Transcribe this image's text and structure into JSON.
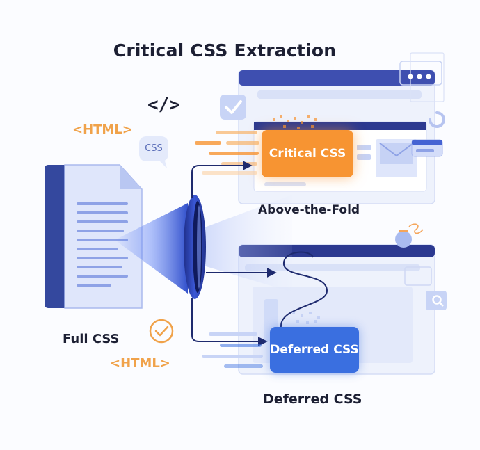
{
  "title": "Critical CSS Extraction",
  "code_glyph": "</>",
  "html_tag_top": "<HTML>",
  "html_tag_bottom": "<HTML>",
  "css_bubble": "CSS",
  "labels": {
    "full_css": "Full CSS",
    "above_the_fold": "Above-the-Fold",
    "deferred": "Deferred CSS"
  },
  "cards": {
    "critical": "Critical CSS",
    "deferred": "Deferred CSS"
  },
  "colors": {
    "critical": "#f79432",
    "deferred": "#3a6fe0",
    "navy": "#2b3a8c",
    "accent_tag": "#f0a24a"
  },
  "icons": [
    "code-icon",
    "check-icon",
    "document-icon",
    "lens-icon",
    "browser-window-icon",
    "envelope-icon",
    "refresh-icon",
    "magnifier-icon",
    "bulb-icon",
    "chat-bubble-icon"
  ]
}
